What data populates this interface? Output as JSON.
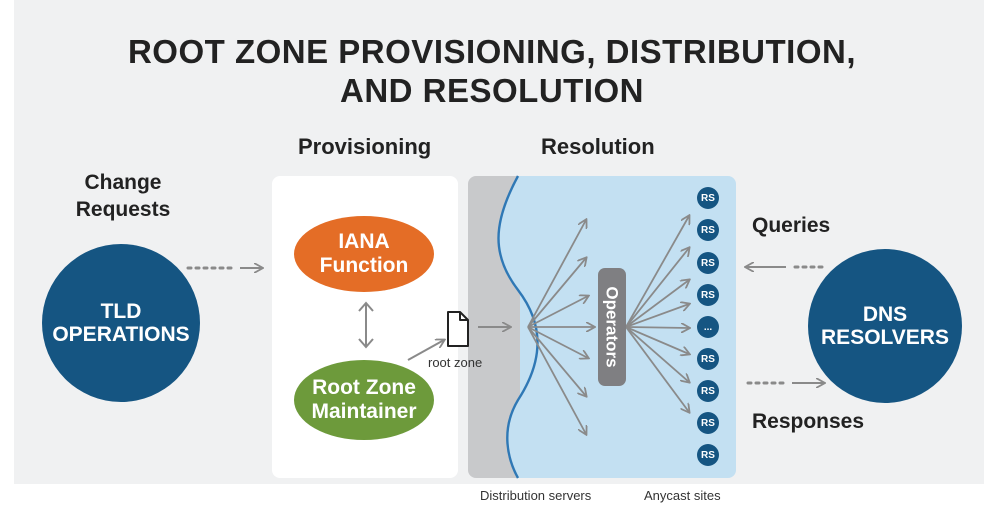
{
  "title_line1": "ROOT ZONE PROVISIONING, DISTRIBUTION,",
  "title_line2": "AND RESOLUTION",
  "section_provisioning": "Provisioning",
  "section_resolution": "Resolution",
  "change_requests_line1": "Change",
  "change_requests_line2": "Requests",
  "tld_line1": "TLD",
  "tld_line2": "OPERATIONS",
  "iana_line1": "IANA",
  "iana_line2": "Function",
  "rzm_line1": "Root Zone",
  "rzm_line2": "Maintainer",
  "root_zone_label": "root zone",
  "operators_label": "Operators",
  "rs_label": "RS",
  "ellipsis_label": "...",
  "queries_label": "Queries",
  "responses_label": "Responses",
  "dns_line1": "DNS",
  "dns_line2": "RESOLVERS",
  "distribution_servers_label": "Distribution servers",
  "anycast_sites_label": "Anycast sites",
  "colors": {
    "dark_blue": "#155582",
    "orange": "#e46d26",
    "green": "#6d9a3b",
    "light_blue": "#c3e0f2",
    "grey_band": "#c8c9cb",
    "operators_grey": "#7f7f82",
    "arrow_grey": "#8a8a8a",
    "background": "#f0f1f2"
  }
}
